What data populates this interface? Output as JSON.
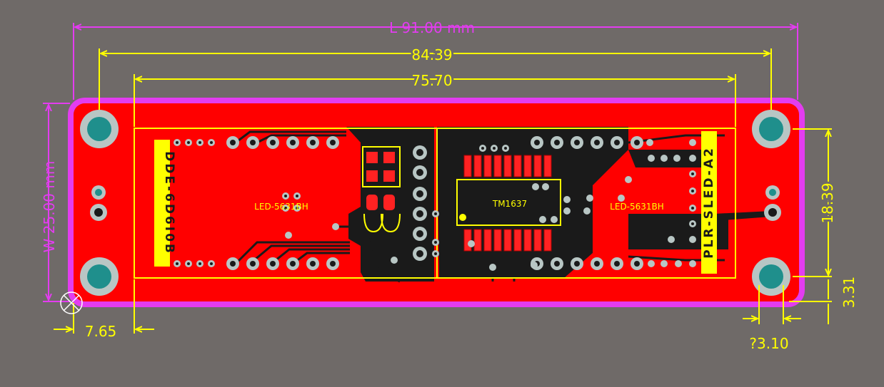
{
  "colors": {
    "background": "#6f6a68",
    "board_outline": "#e33cf0",
    "copper": "#ff0000",
    "copper_dark": "#1a1a1a",
    "silkscreen": "#ffff00",
    "pad": "#b8c6c4",
    "pad_hole": "#1f8f8c",
    "magenta_dim": "#e33cf0",
    "yellow_dim": "#ffff00"
  },
  "dimensions": {
    "length": "L 91.00 mm",
    "width": "W 25.00 mm",
    "hole_span": "84.39",
    "display_span": "75.70",
    "hole_pitch_vertical": "18.39",
    "edge_offset_left": "7.65",
    "hole_diameter": "?3.10",
    "edge_offset_bottom": "3.31"
  },
  "components": {
    "left_display": "LED-5631BH",
    "right_display": "LED-5631BH",
    "driver_ic": "TM1637",
    "left_board_label": "DDE-6D6I0B",
    "right_board_label": "PLR-SLED-A2"
  },
  "icons": {
    "origin_marker": "crosshair-origin-icon"
  }
}
